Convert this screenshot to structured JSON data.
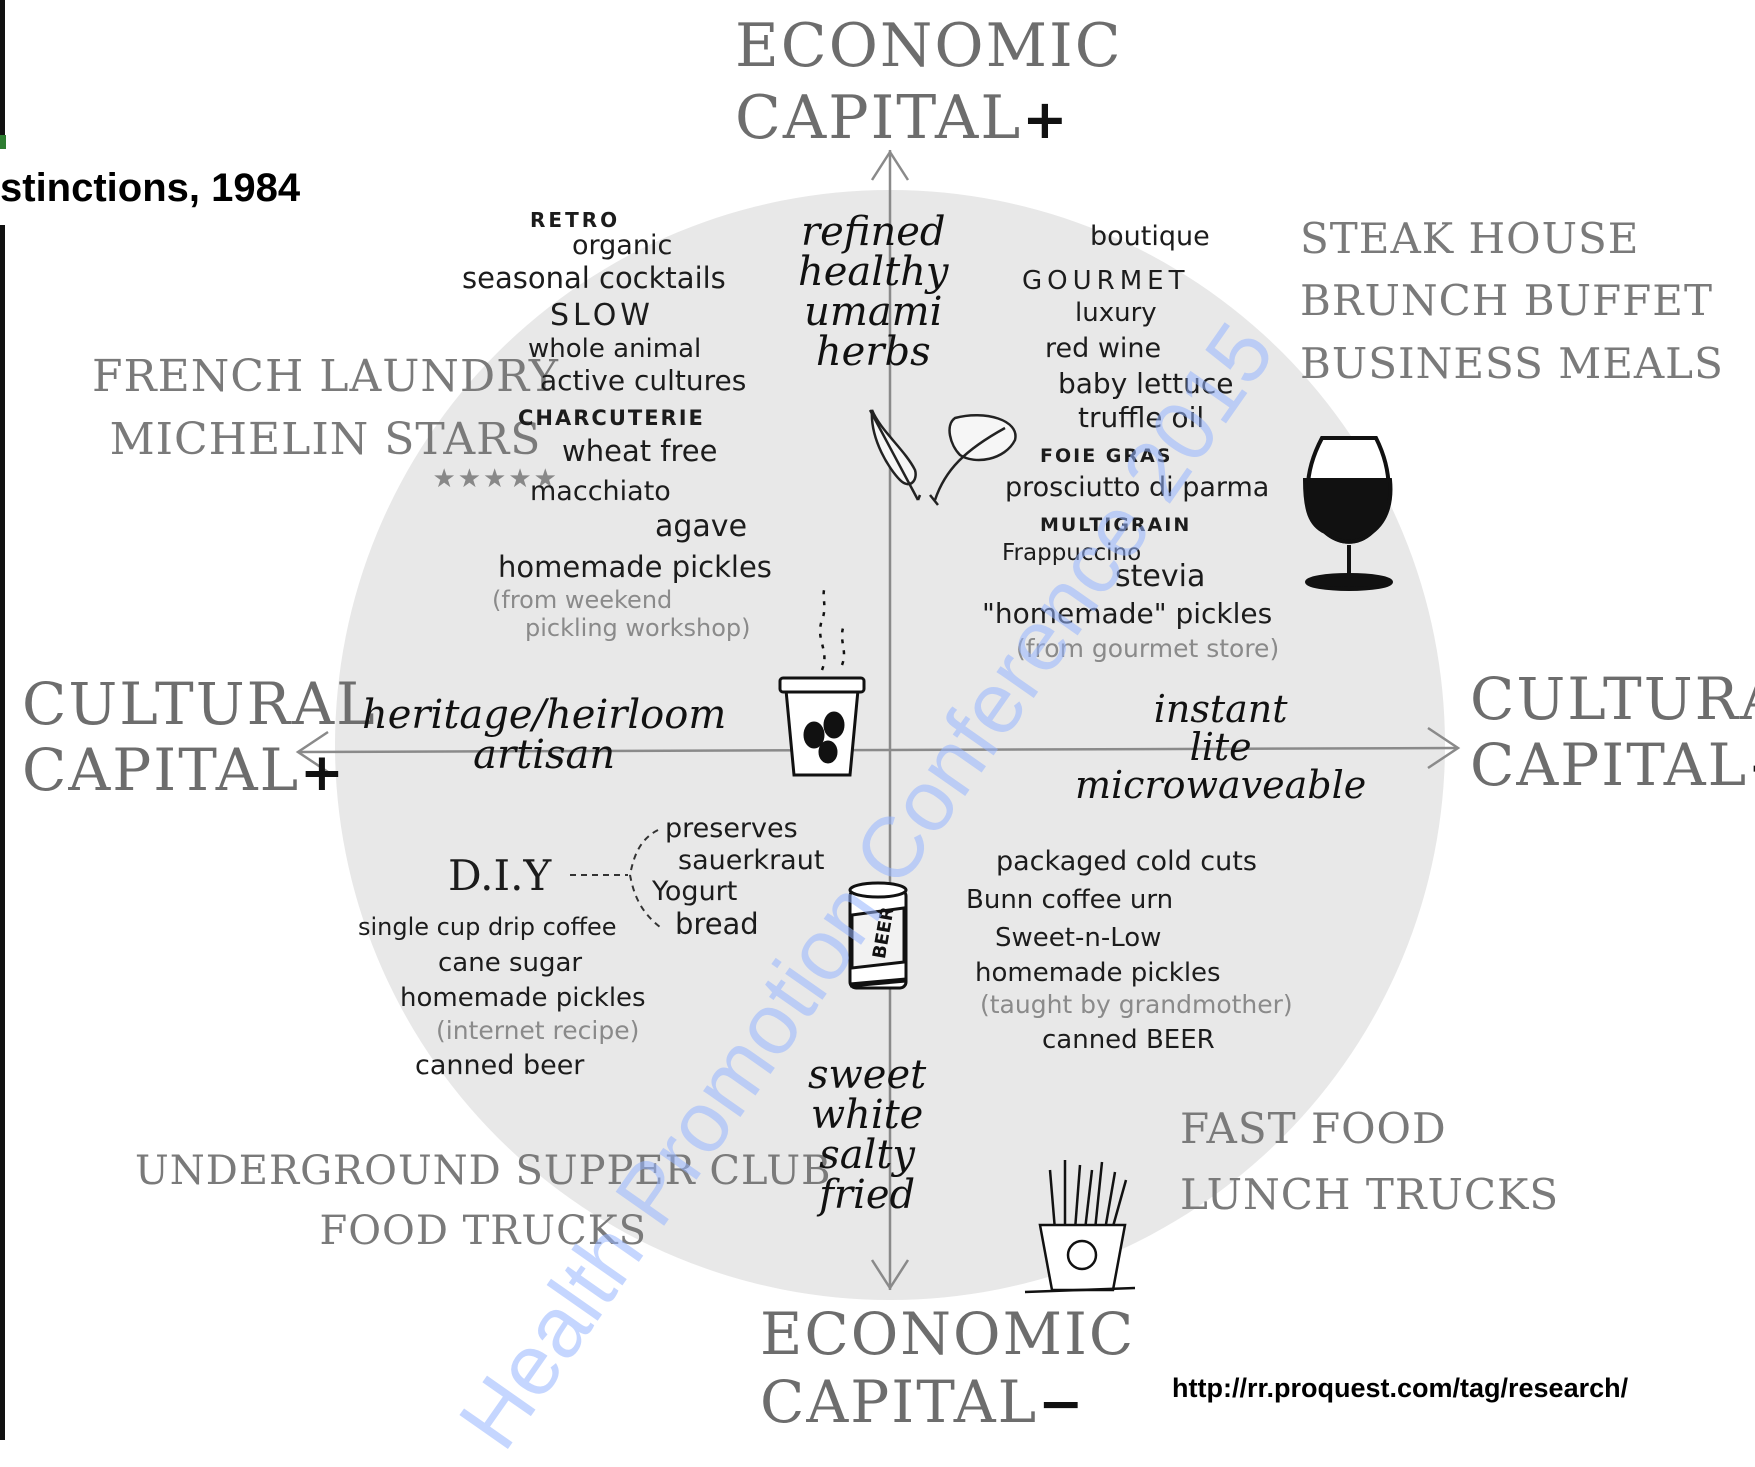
{
  "slide": {
    "title_fragment": "stinctions, 1984",
    "source_url": "http://rr.proquest.com/tag/research/",
    "watermark": "Health Promotion Conference 2015"
  },
  "axes": {
    "top": {
      "line1": "ECONOMIC",
      "line2": "CAPITAL",
      "sign": "+"
    },
    "bottom": {
      "line1": "ECONOMIC",
      "line2": "CAPITAL",
      "sign": "−"
    },
    "left": {
      "line1": "CULTURAL",
      "line2": "CAPITAL",
      "sign": "+"
    },
    "right": {
      "line1": "CULTURAL",
      "line2": "CAPITAL",
      "sign": "−"
    }
  },
  "venues": {
    "top_left": [
      "FRENCH LAUNDRY",
      "MICHELIN STARS"
    ],
    "top_left_stars": "★★★★★",
    "top_right": [
      "STEAK HOUSE",
      "BRUNCH BUFFET",
      "BUSINESS MEALS"
    ],
    "bottom_left": [
      "UNDERGROUND SUPPER CLUB",
      "FOOD TRUCKS"
    ],
    "bottom_right": [
      "FAST FOOD",
      "LUNCH TRUCKS"
    ]
  },
  "center_words": {
    "top": [
      "refined",
      "healthy",
      "umami",
      "herbs"
    ],
    "bottom": [
      "sweet",
      "white",
      "salty",
      "fried"
    ],
    "left": [
      "heritage/heirloom",
      "artisan"
    ],
    "right": [
      "instant",
      "lite",
      "microwaveable"
    ]
  },
  "quadrants": {
    "top_left": [
      "RETRO",
      "organic",
      "seasonal cocktails",
      "SLOW",
      "whole animal",
      "active cultures",
      "CHARCUTERIE",
      "wheat free",
      "macchiato",
      "agave",
      "homemade pickles"
    ],
    "top_left_note": [
      "(from weekend",
      "pickling workshop)"
    ],
    "top_right": [
      "boutique",
      "GOURMET",
      "luxury",
      "red wine",
      "baby lettuce",
      "truffle oil",
      "FOIE GRAS",
      "prosciutto di parma",
      "MULTIGRAIN",
      "Frappuccino",
      "stevia",
      "\"homemade\" pickles"
    ],
    "top_right_note": "(from gourmet store)",
    "bottom_left_diy": "D.I.Y",
    "bottom_left_branch": [
      "preserves",
      "sauerkraut",
      "Yogurt",
      "bread"
    ],
    "bottom_left": [
      "single cup drip coffee",
      "cane sugar",
      "homemade pickles"
    ],
    "bottom_left_note": "(internet recipe)",
    "bottom_left_last": "canned beer",
    "bottom_right": [
      "packaged cold cuts",
      "Bunn coffee urn",
      "Sweet-n-Low",
      "homemade pickles"
    ],
    "bottom_right_note": "(taught by grandmother)",
    "bottom_right_last": "canned BEER"
  },
  "illustrations": {
    "beer_can_label": "BEER"
  }
}
